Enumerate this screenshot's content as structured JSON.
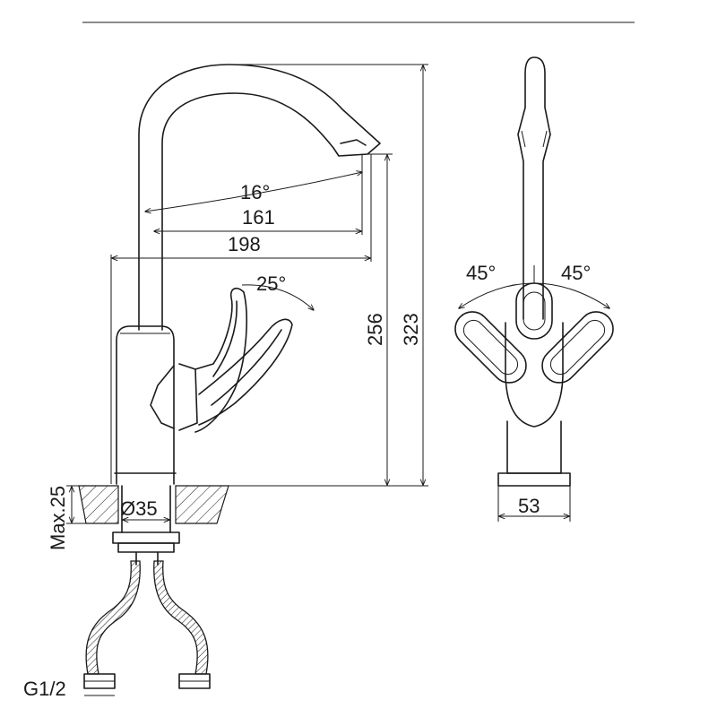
{
  "dimensions": {
    "spout_angle": "16°",
    "reach_spout": "161",
    "reach_total": "198",
    "lever_angle": "25°",
    "outlet_height": "256",
    "total_height": "323",
    "mount_diameter": "Ø35",
    "max_thickness": "Max.25",
    "base_width": "53",
    "side_angle_left": "45°",
    "side_angle_right": "45°",
    "thread": "G1/2"
  },
  "colors": {
    "line": "#1a1a1a",
    "background": "#ffffff"
  }
}
